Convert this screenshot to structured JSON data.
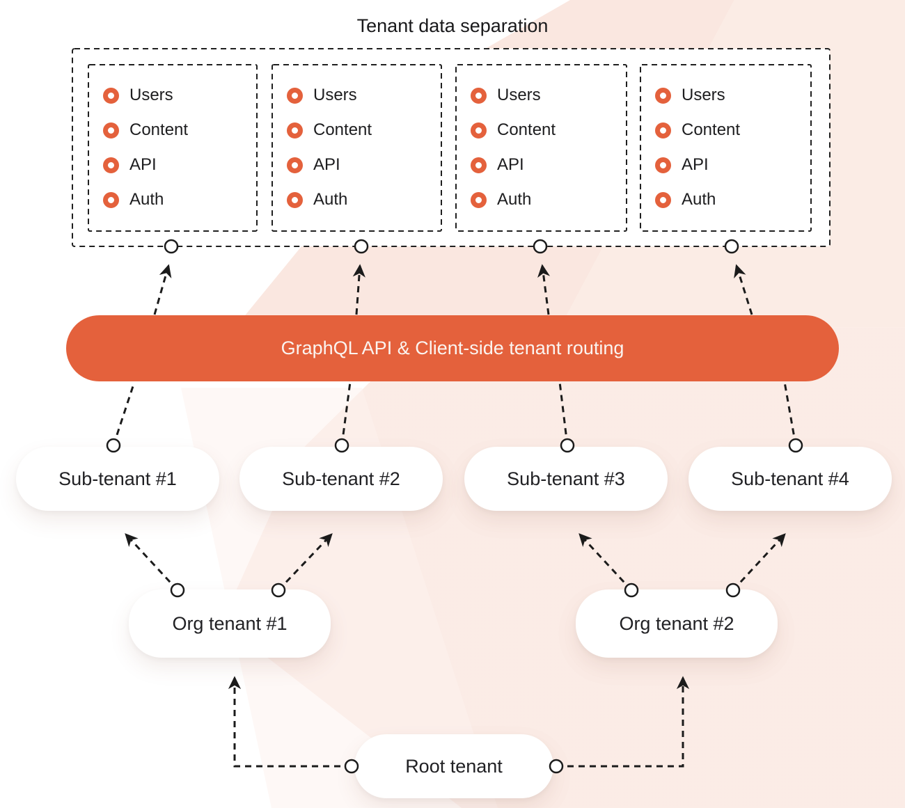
{
  "title": "Tenant data separation",
  "bar": {
    "label": "GraphQL API & Client-side tenant routing"
  },
  "tenant_boxes": [
    {
      "items": [
        "Users",
        "Content",
        "API",
        "Auth"
      ]
    },
    {
      "items": [
        "Users",
        "Content",
        "API",
        "Auth"
      ]
    },
    {
      "items": [
        "Users",
        "Content",
        "API",
        "Auth"
      ]
    },
    {
      "items": [
        "Users",
        "Content",
        "API",
        "Auth"
      ]
    }
  ],
  "sub_tenants": [
    {
      "label": "Sub-tenant #1"
    },
    {
      "label": "Sub-tenant #2"
    },
    {
      "label": "Sub-tenant #3"
    },
    {
      "label": "Sub-tenant #4"
    }
  ],
  "org_tenants": [
    {
      "label": "Org tenant #1"
    },
    {
      "label": "Org tenant #2"
    }
  ],
  "root_tenant": {
    "label": "Root tenant"
  },
  "colors": {
    "accent": "#e4613c",
    "line": "#1b1b1b",
    "background_tint": "#fae7e0",
    "background_tint_light": "#fcefe9",
    "bar_text": "#fbf4f0"
  }
}
